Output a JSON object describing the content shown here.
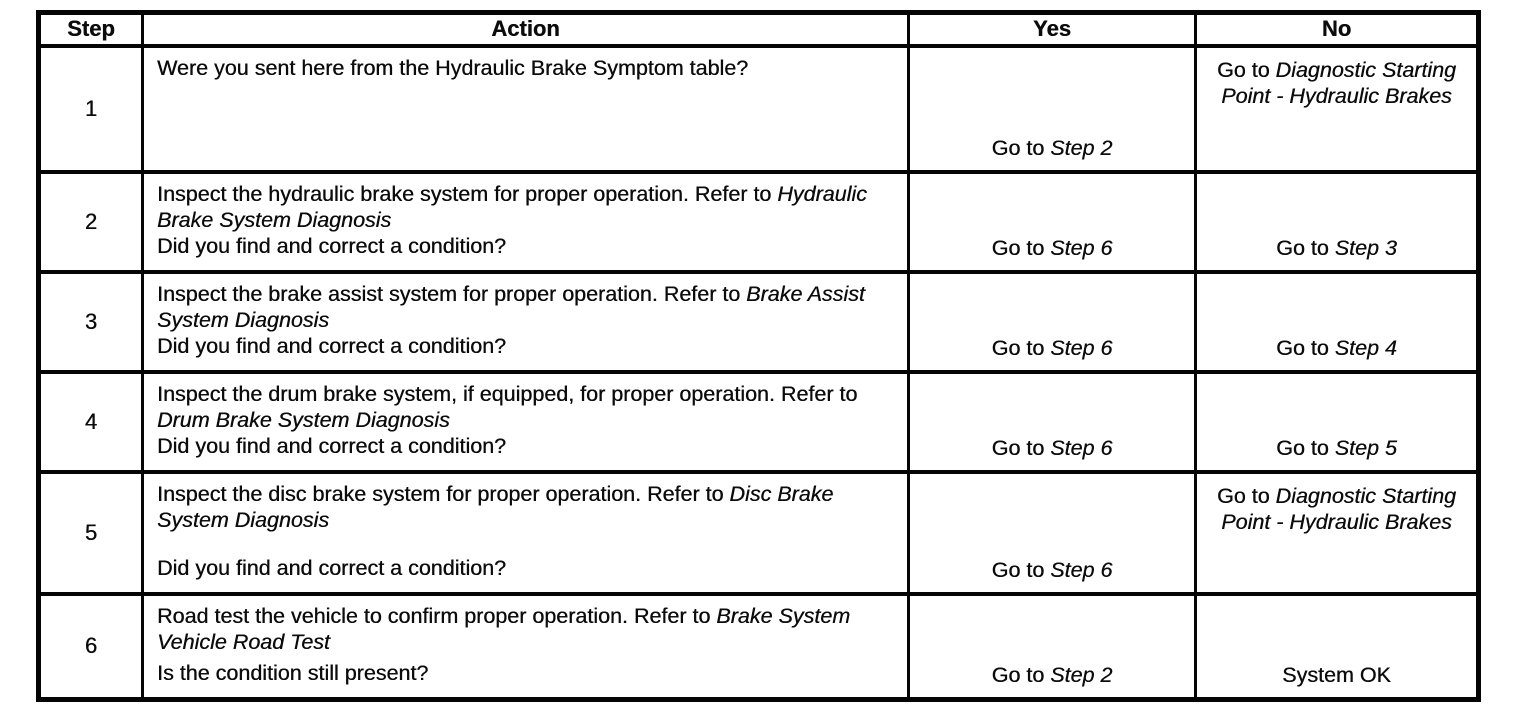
{
  "page": {
    "background_color": "#ffffff",
    "text_color": "#0c0c0c",
    "border_color": "#050505"
  },
  "table": {
    "headers": [
      "Step",
      "Action",
      "Yes",
      "No"
    ],
    "rows": [
      {
        "step": "1",
        "action": {
          "sentence": [
            {
              "text": "Were you sent here from the Hydraulic Brake Symptom table?",
              "italic": false
            }
          ],
          "question": ""
        },
        "yes": {
          "valign": "bottom",
          "parts": [
            {
              "text": "Go to ",
              "italic": false
            },
            {
              "text": "Step 2",
              "italic": true
            }
          ]
        },
        "no": {
          "valign": "top",
          "parts": [
            {
              "text": "Go to ",
              "italic": false
            },
            {
              "text": "Diagnostic Starting Point - Hydraulic Brakes",
              "italic": true
            }
          ]
        }
      },
      {
        "step": "2",
        "action": {
          "sentence": [
            {
              "text": "Inspect the hydraulic brake system for proper operation. Refer to ",
              "italic": false
            },
            {
              "text": "Hydraulic Brake System Diagnosis",
              "italic": true
            }
          ],
          "question": "Did you find and correct a condition?"
        },
        "yes": {
          "valign": "bottom",
          "parts": [
            {
              "text": "Go to ",
              "italic": false
            },
            {
              "text": "Step 6",
              "italic": true
            }
          ]
        },
        "no": {
          "valign": "bottom",
          "parts": [
            {
              "text": "Go to ",
              "italic": false
            },
            {
              "text": "Step 3",
              "italic": true
            }
          ]
        }
      },
      {
        "step": "3",
        "action": {
          "sentence": [
            {
              "text": "Inspect the brake assist system for proper operation. Refer to ",
              "italic": false
            },
            {
              "text": "Brake Assist System Diagnosis",
              "italic": true
            }
          ],
          "question": "Did you find and correct a condition?"
        },
        "yes": {
          "valign": "bottom",
          "parts": [
            {
              "text": "Go to ",
              "italic": false
            },
            {
              "text": "Step 6",
              "italic": true
            }
          ]
        },
        "no": {
          "valign": "bottom",
          "parts": [
            {
              "text": "Go to ",
              "italic": false
            },
            {
              "text": "Step 4",
              "italic": true
            }
          ]
        }
      },
      {
        "step": "4",
        "action": {
          "sentence": [
            {
              "text": "Inspect the drum brake system, if equipped, for proper operation. Refer to ",
              "italic": false
            },
            {
              "text": "Drum Brake System Diagnosis",
              "italic": true
            }
          ],
          "question": "Did you find and correct a condition?"
        },
        "yes": {
          "valign": "bottom",
          "parts": [
            {
              "text": "Go to ",
              "italic": false
            },
            {
              "text": "Step 6",
              "italic": true
            }
          ]
        },
        "no": {
          "valign": "bottom",
          "parts": [
            {
              "text": "Go to ",
              "italic": false
            },
            {
              "text": "Step 5",
              "italic": true
            }
          ]
        }
      },
      {
        "step": "5",
        "action": {
          "sentence": [
            {
              "text": "Inspect the disc brake system for proper operation. Refer to ",
              "italic": false
            },
            {
              "text": "Disc Brake System Diagnosis",
              "italic": true
            }
          ],
          "question": "Did you find and correct a condition?"
        },
        "yes": {
          "valign": "bottom",
          "parts": [
            {
              "text": "Go to ",
              "italic": false
            },
            {
              "text": "Step 6",
              "italic": true
            }
          ]
        },
        "no": {
          "valign": "top",
          "parts": [
            {
              "text": "Go to ",
              "italic": false
            },
            {
              "text": "Diagnostic Starting Point - Hydraulic Brakes",
              "italic": true
            }
          ]
        }
      },
      {
        "step": "6",
        "action": {
          "sentence": [
            {
              "text": "Road test the vehicle to confirm proper operation. Refer to ",
              "italic": false
            },
            {
              "text": "Brake System Vehicle Road Test",
              "italic": true
            }
          ],
          "question": "Is the condition still present?"
        },
        "yes": {
          "valign": "bottom",
          "parts": [
            {
              "text": "Go to ",
              "italic": false
            },
            {
              "text": "Step 2",
              "italic": true
            }
          ]
        },
        "no": {
          "valign": "bottom",
          "parts": [
            {
              "text": "System OK",
              "italic": false
            }
          ]
        }
      }
    ]
  }
}
